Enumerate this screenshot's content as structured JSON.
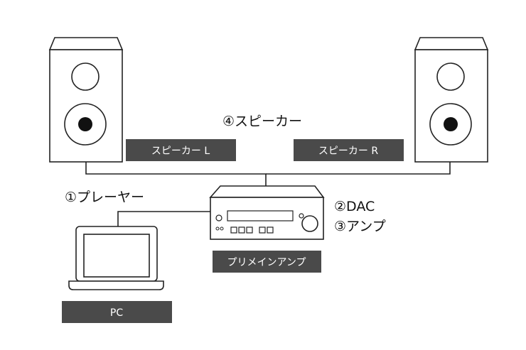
{
  "colors": {
    "line": "#222222",
    "tag_bg": "#4a4a4a",
    "tag_text": "#ffffff",
    "device_fill": "#ffffff",
    "text": "#111111"
  },
  "annotations": {
    "player": "①プレーヤー",
    "dac": "②DAC",
    "amp": "③アンプ",
    "speaker": "④スピーカー"
  },
  "tags": {
    "speaker_left": "スピーカー L",
    "speaker_right": "スピーカー R",
    "amplifier": "プリメインアンプ",
    "pc": "PC"
  },
  "icons": {
    "speaker_left": "bookshelf-speaker-icon",
    "speaker_right": "bookshelf-speaker-icon",
    "amplifier": "integrated-amplifier-icon",
    "pc": "laptop-icon"
  }
}
